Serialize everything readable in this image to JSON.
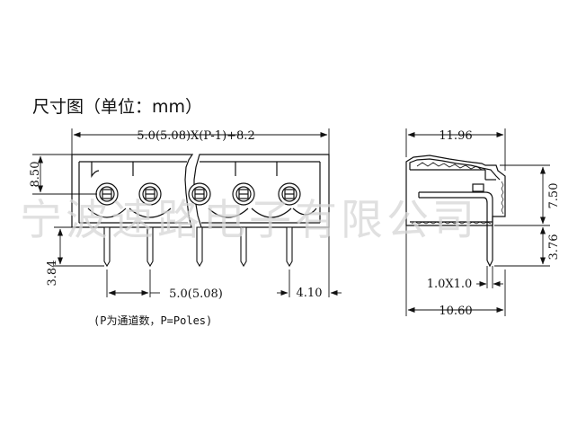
{
  "title": "尺寸图（单位：mm）",
  "note": "(P为通道数，P=Poles)",
  "watermark": "宁波速路电子有限公司",
  "dimensions": {
    "overall_length": "5.0(5.08)X(P-1)+8.2",
    "height_upper": "8.50",
    "pin_length": "3.84",
    "pitch": "5.0(5.08)",
    "end_offset": "4.10",
    "side_width_top": "11.96",
    "side_height": "7.50",
    "side_pin": "3.76",
    "pin_section": "1.0X1.0",
    "side_width_bottom": "10.60"
  },
  "colors": {
    "line": "#111111",
    "watermark": "#cccccc"
  }
}
